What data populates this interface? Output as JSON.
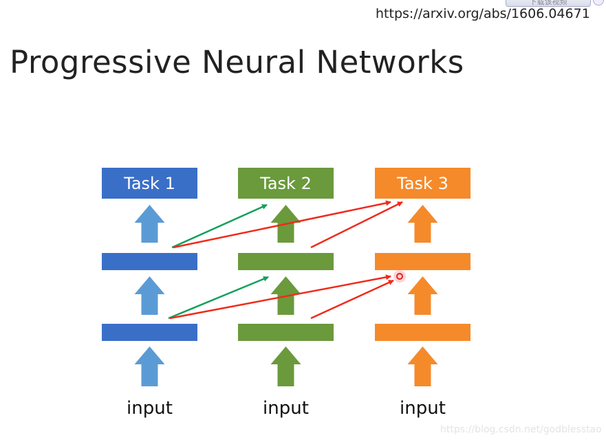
{
  "header": {
    "url": "https://arxiv.org/abs/1606.04671",
    "download_button_label": "下载该视频"
  },
  "slide": {
    "title": "Progressive Neural Networks",
    "columns": [
      {
        "task_label": "Task 1",
        "input_label": "input",
        "color": "#3a6fc8",
        "arrow_color": "#5b9bd5"
      },
      {
        "task_label": "Task 2",
        "input_label": "input",
        "color": "#6a9a3c",
        "arrow_color": "#6a9a3c"
      },
      {
        "task_label": "Task 3",
        "input_label": "input",
        "color": "#f58a2a",
        "arrow_color": "#f58a2a"
      }
    ],
    "lateral_colors": {
      "to_task2": "#12a05a",
      "to_task3": "#f02a1a"
    }
  },
  "watermark": "https://blog.csdn.net/godblesstao"
}
